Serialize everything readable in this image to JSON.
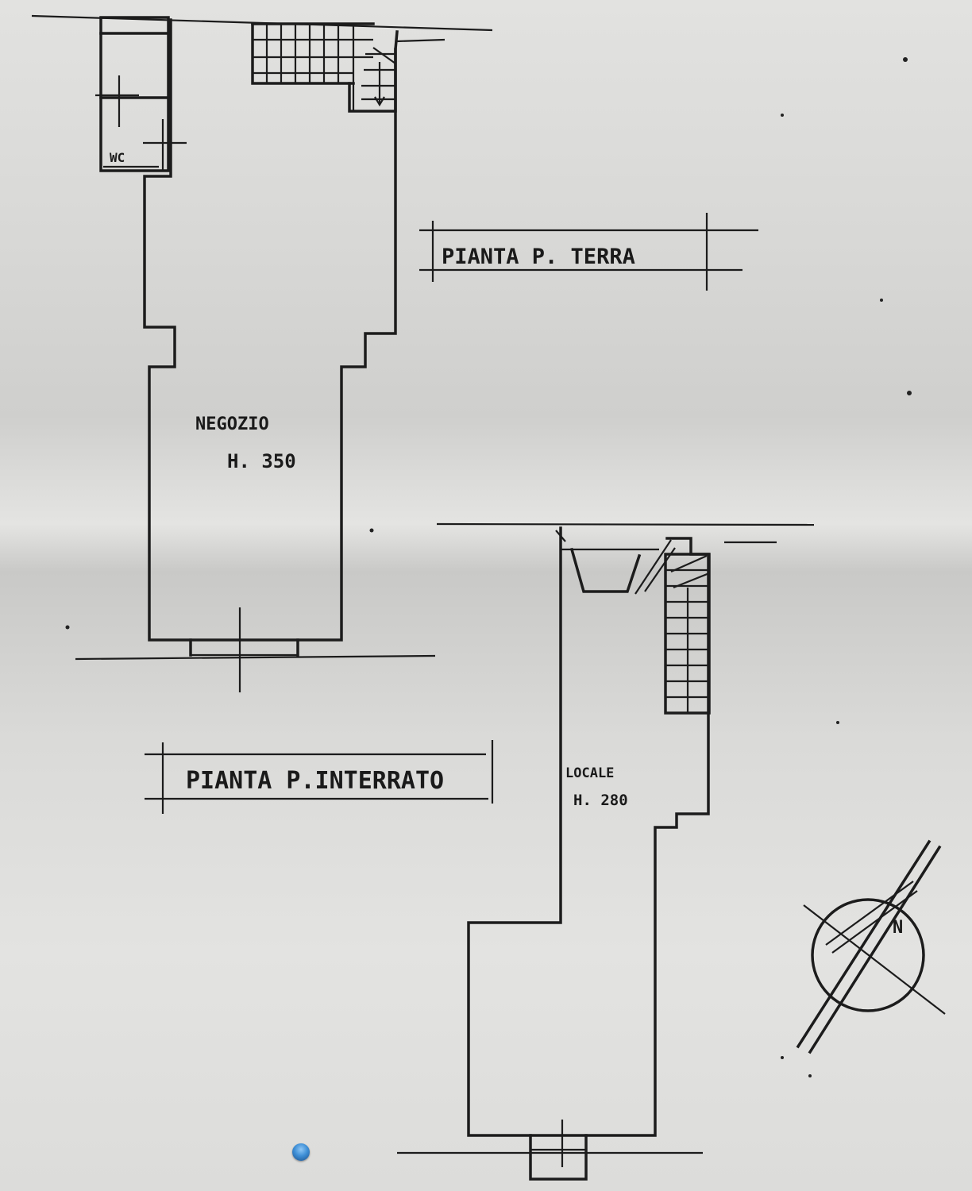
{
  "plan": {
    "ground_floor_title": "PIANTA P. TERRA",
    "basement_title": "PIANTA P.INTERRATO",
    "shop_name": "NEGOZIO",
    "shop_height": "H. 350",
    "room_name": "LOCALE",
    "room_height": "H. 280",
    "wc_label": "WC",
    "north_label": "N"
  },
  "icons": {
    "corner_badge": "app-badge-icon"
  }
}
